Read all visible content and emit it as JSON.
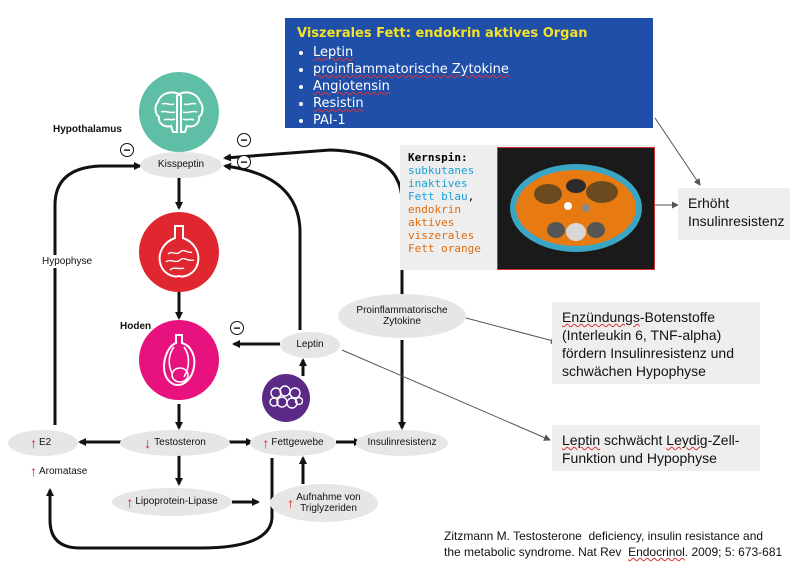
{
  "nodes": {
    "hypothalamus": "Hypothalamus",
    "kisspeptin": "Kisspeptin",
    "hypophyse": "Hypophyse",
    "hoden": "Hoden",
    "leptin": "Leptin",
    "proinflammatorische": "Proinflammatorische\nZytokine",
    "e2": "E2",
    "aromatase": "Aromatase",
    "testosteron": "Testosteron",
    "fettgewebe": "Fettgewebe",
    "insulinresistenz": "Insulinresistenz",
    "lipoprotein_lipase": "Lipoprotein-Lipase",
    "aufnahme": "Aufnahme von\nTriglyzeriden"
  },
  "minus_sign": "−",
  "up_arrow": "↑",
  "down_arrow": "↓",
  "blue_box": {
    "title": "Viszerales Fett: endokrin aktives Organ",
    "items": [
      "Leptin",
      "proinflammatorische Zytokine",
      "Angiotensin",
      "Resistin",
      "PAI-1"
    ]
  },
  "mri_box": {
    "heading": "Kernspin:",
    "blue_text": "subkutanes inaktives Fett blau",
    "comma": ",",
    "orange_text": "endokrin aktives viszerales Fett orange"
  },
  "boxes": {
    "insulin": "Erhöht Insulinresistenz",
    "entzuendung_1": "Enzündungs",
    "entzuendung_2": "-Botenstoffe (Interleukin 6, TNF-alpha) fördern Insulinresistenz und schwächen Hypophyse",
    "leptin_1": "Leptin",
    "leptin_2": " schwächt ",
    "leptin_3": "Leydig",
    "leptin_4": "-Zell-Funktion und Hypophyse"
  },
  "citation": {
    "line1": "Zitzmann M. Testosterone  deficiency, insulin resistance and",
    "line2a": "the metabolic syndrome. Nat Rev  ",
    "line2b": "Endocrinol",
    "line2c": ". 2009; 5: 673-681"
  },
  "colors": {
    "brain_circle": "#5fbfa6",
    "pituitary_circle": "#e0262e",
    "testis_circle": "#e8127e",
    "fat_circle": "#5b2a86",
    "blue_box": "#1f4fa8",
    "title_yellow": "#f3e12a",
    "mri_blue_text": "#1aa0d8",
    "mri_orange_text": "#e06b0d",
    "arrow_red": "#d81b1b"
  }
}
